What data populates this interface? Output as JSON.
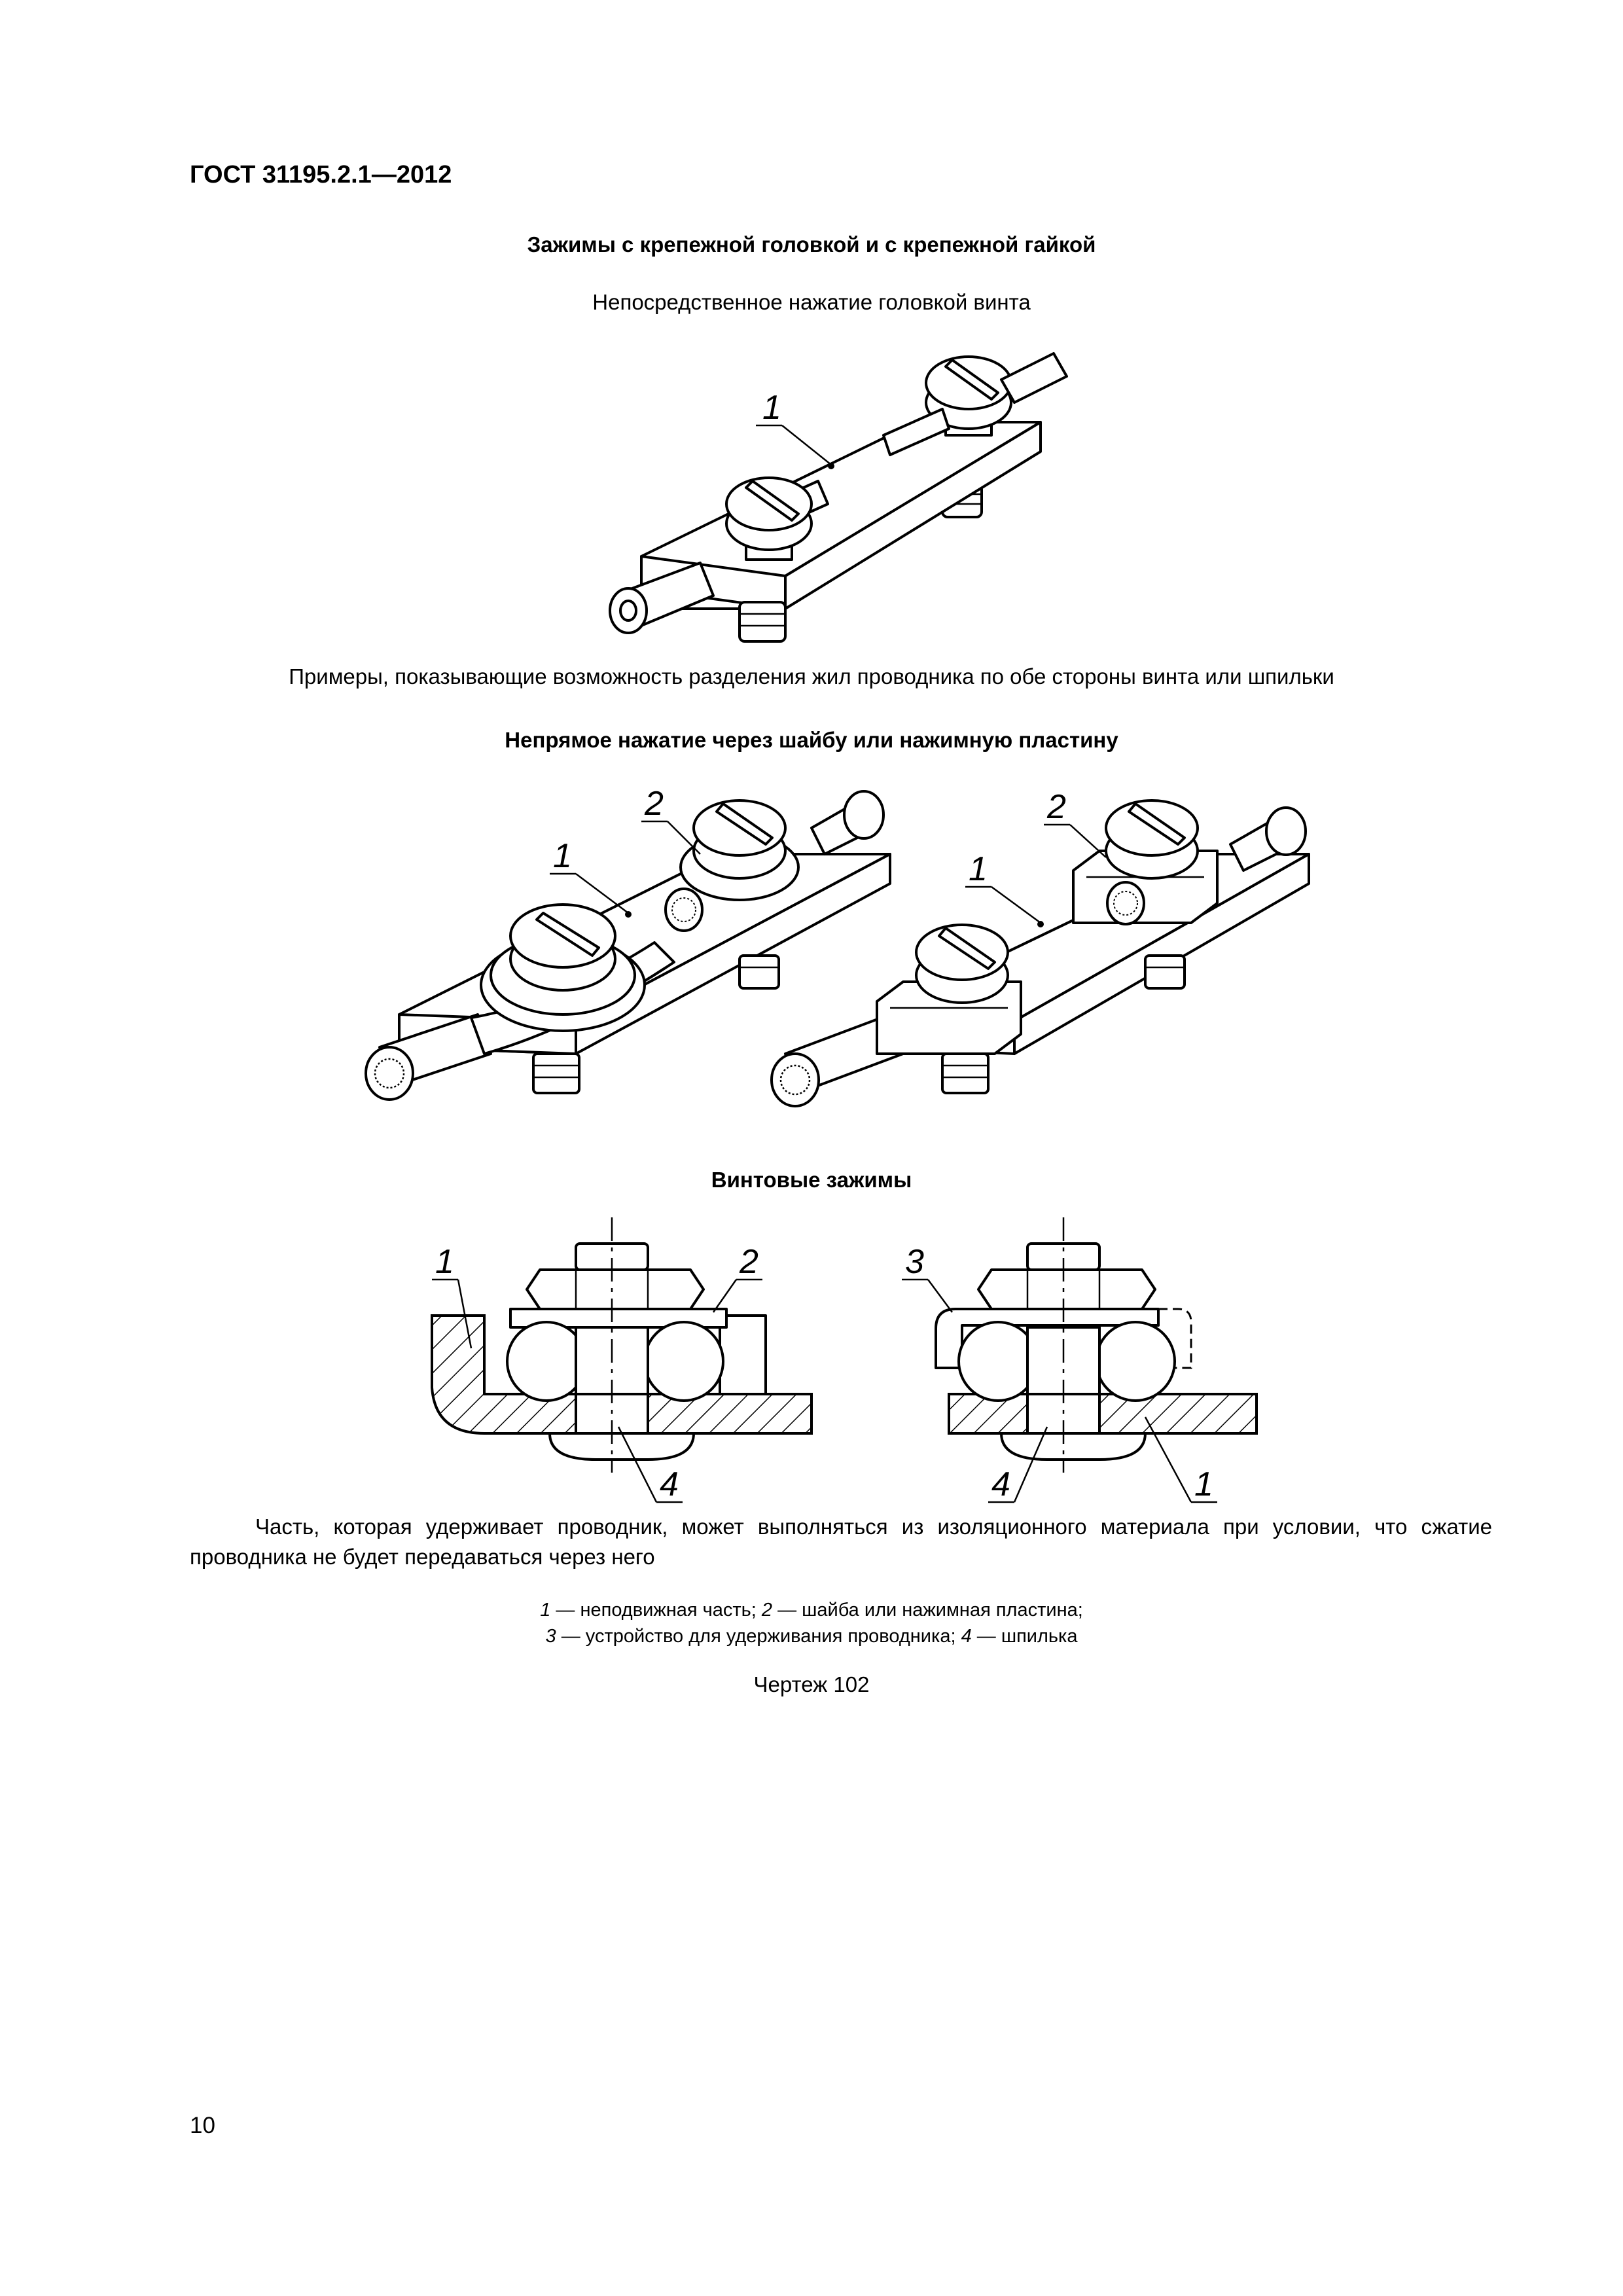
{
  "header": {
    "doc_code": "ГОСТ 31195.2.1—2012"
  },
  "section1": {
    "title": "Зажимы с крепежной головкой и с крепежной гайкой",
    "subtitle": "Непосредственное нажатие головкой винта",
    "fig_label": "1"
  },
  "examples_caption": "Примеры, показывающие возможность разделения жил проводника по обе стороны винта или шпильки",
  "section2": {
    "title": "Непрямое нажатие через шайбу или нажимную пластину",
    "left_labels": [
      "1",
      "2"
    ],
    "right_labels": [
      "1",
      "2"
    ]
  },
  "section3": {
    "title": "Винтовые зажимы",
    "left_labels": [
      "1",
      "2",
      "4"
    ],
    "right_labels": [
      "3",
      "4",
      "1"
    ]
  },
  "note": "Часть, которая удерживает проводник, может выполняться из изоляционного материала при условии, что сжатие проводника не будет передаваться через него",
  "legend": {
    "line1": [
      {
        "n": "1",
        "t": " — неподвижная часть; "
      },
      {
        "n": "2",
        "t": " — шайба или нажимная пластина;"
      }
    ],
    "line2": [
      {
        "n": "3",
        "t": " — устройство для удерживания проводника; "
      },
      {
        "n": "4",
        "t": " — шпилька"
      }
    ]
  },
  "figure_caption": "Чертеж 102",
  "page_number": "10"
}
